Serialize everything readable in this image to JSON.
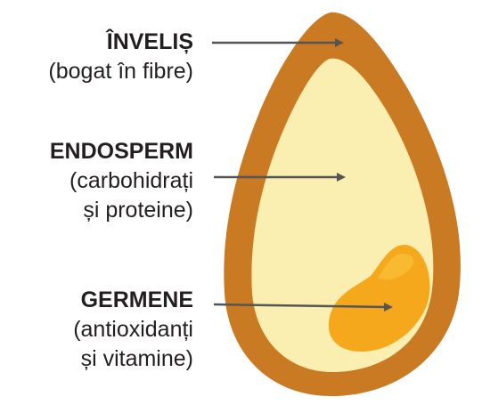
{
  "labels": {
    "hull": {
      "title": "ÎNVELIȘ",
      "desc_lines": [
        "(bogat în fibre)"
      ]
    },
    "endosperm": {
      "title": "ENDOSPERM",
      "desc_lines": [
        "(carbohidrați",
        "și proteine)"
      ]
    },
    "germ": {
      "title": "GERMENE",
      "desc_lines": [
        "(antioxidanți",
        "și vitamine)"
      ]
    }
  },
  "colors": {
    "hull": "#c97a22",
    "endosperm": "#fbeeb1",
    "germ": "#f5a81c",
    "germ_inner": "#f8c23a",
    "arrow": "#555555",
    "text": "#231f20"
  }
}
